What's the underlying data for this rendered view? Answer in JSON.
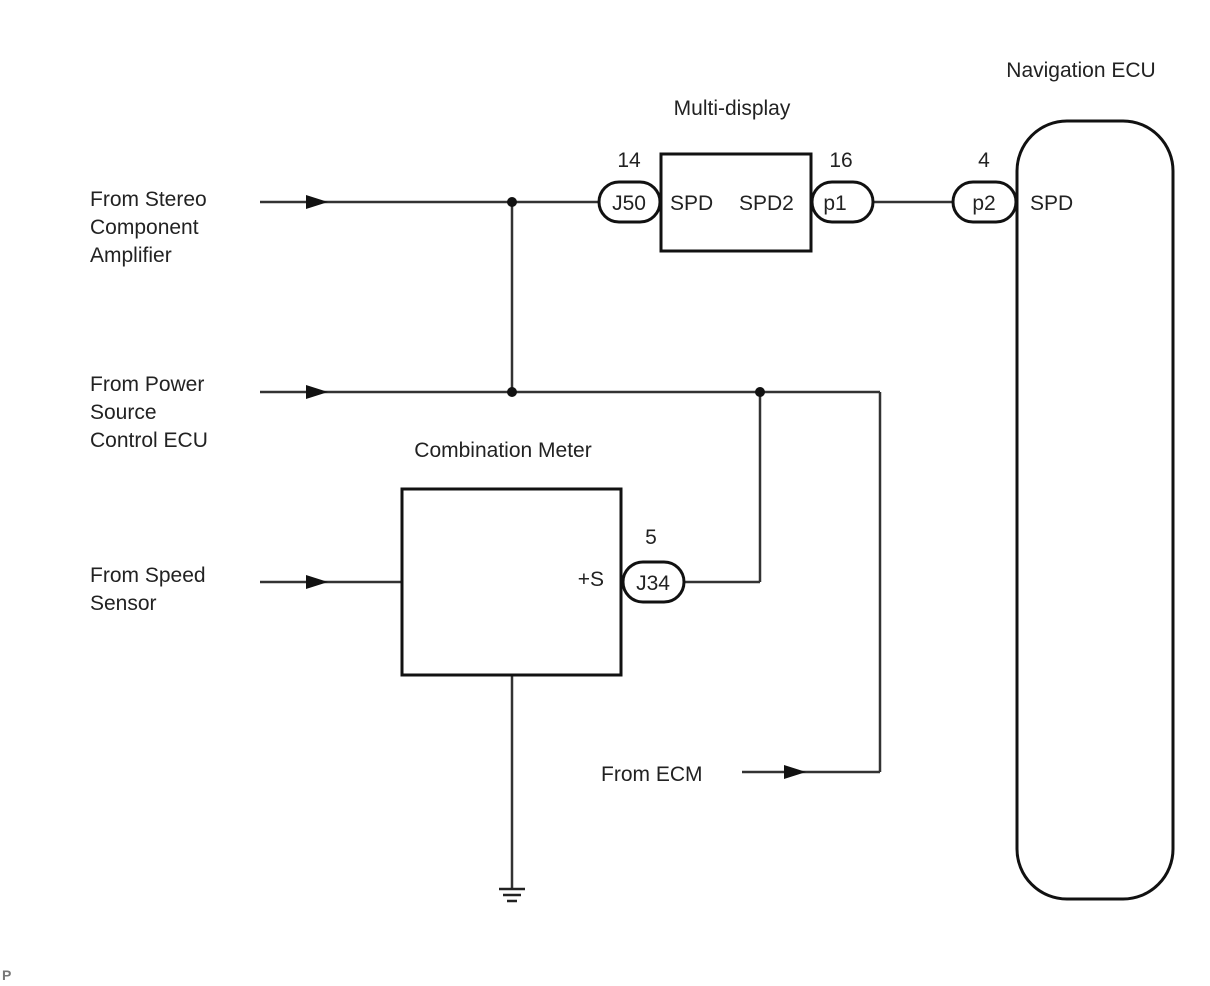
{
  "sources": {
    "stereo": [
      "From Stereo",
      "Component",
      "Amplifier"
    ],
    "power": [
      "From Power",
      "Source",
      "Control ECU"
    ],
    "speed": [
      "From Speed",
      "Sensor"
    ],
    "ecm": "From ECM"
  },
  "components": {
    "multi_display": {
      "title": "Multi-display",
      "pin_in": "SPD",
      "pin_out": "SPD2",
      "conn_in": {
        "id": "J50",
        "pin": "14"
      },
      "conn_out": {
        "id": "p1",
        "pin": "16"
      }
    },
    "navigation_ecu": {
      "title": "Navigation ECU",
      "pin_in": "SPD",
      "conn_in": {
        "id": "p2",
        "pin": "4"
      }
    },
    "combination_meter": {
      "title": "Combination Meter",
      "pin_out": "+S",
      "conn_out": {
        "id": "J34",
        "pin": "5"
      }
    }
  },
  "ground_symbol": "ground-icon",
  "footer_mark": "P"
}
